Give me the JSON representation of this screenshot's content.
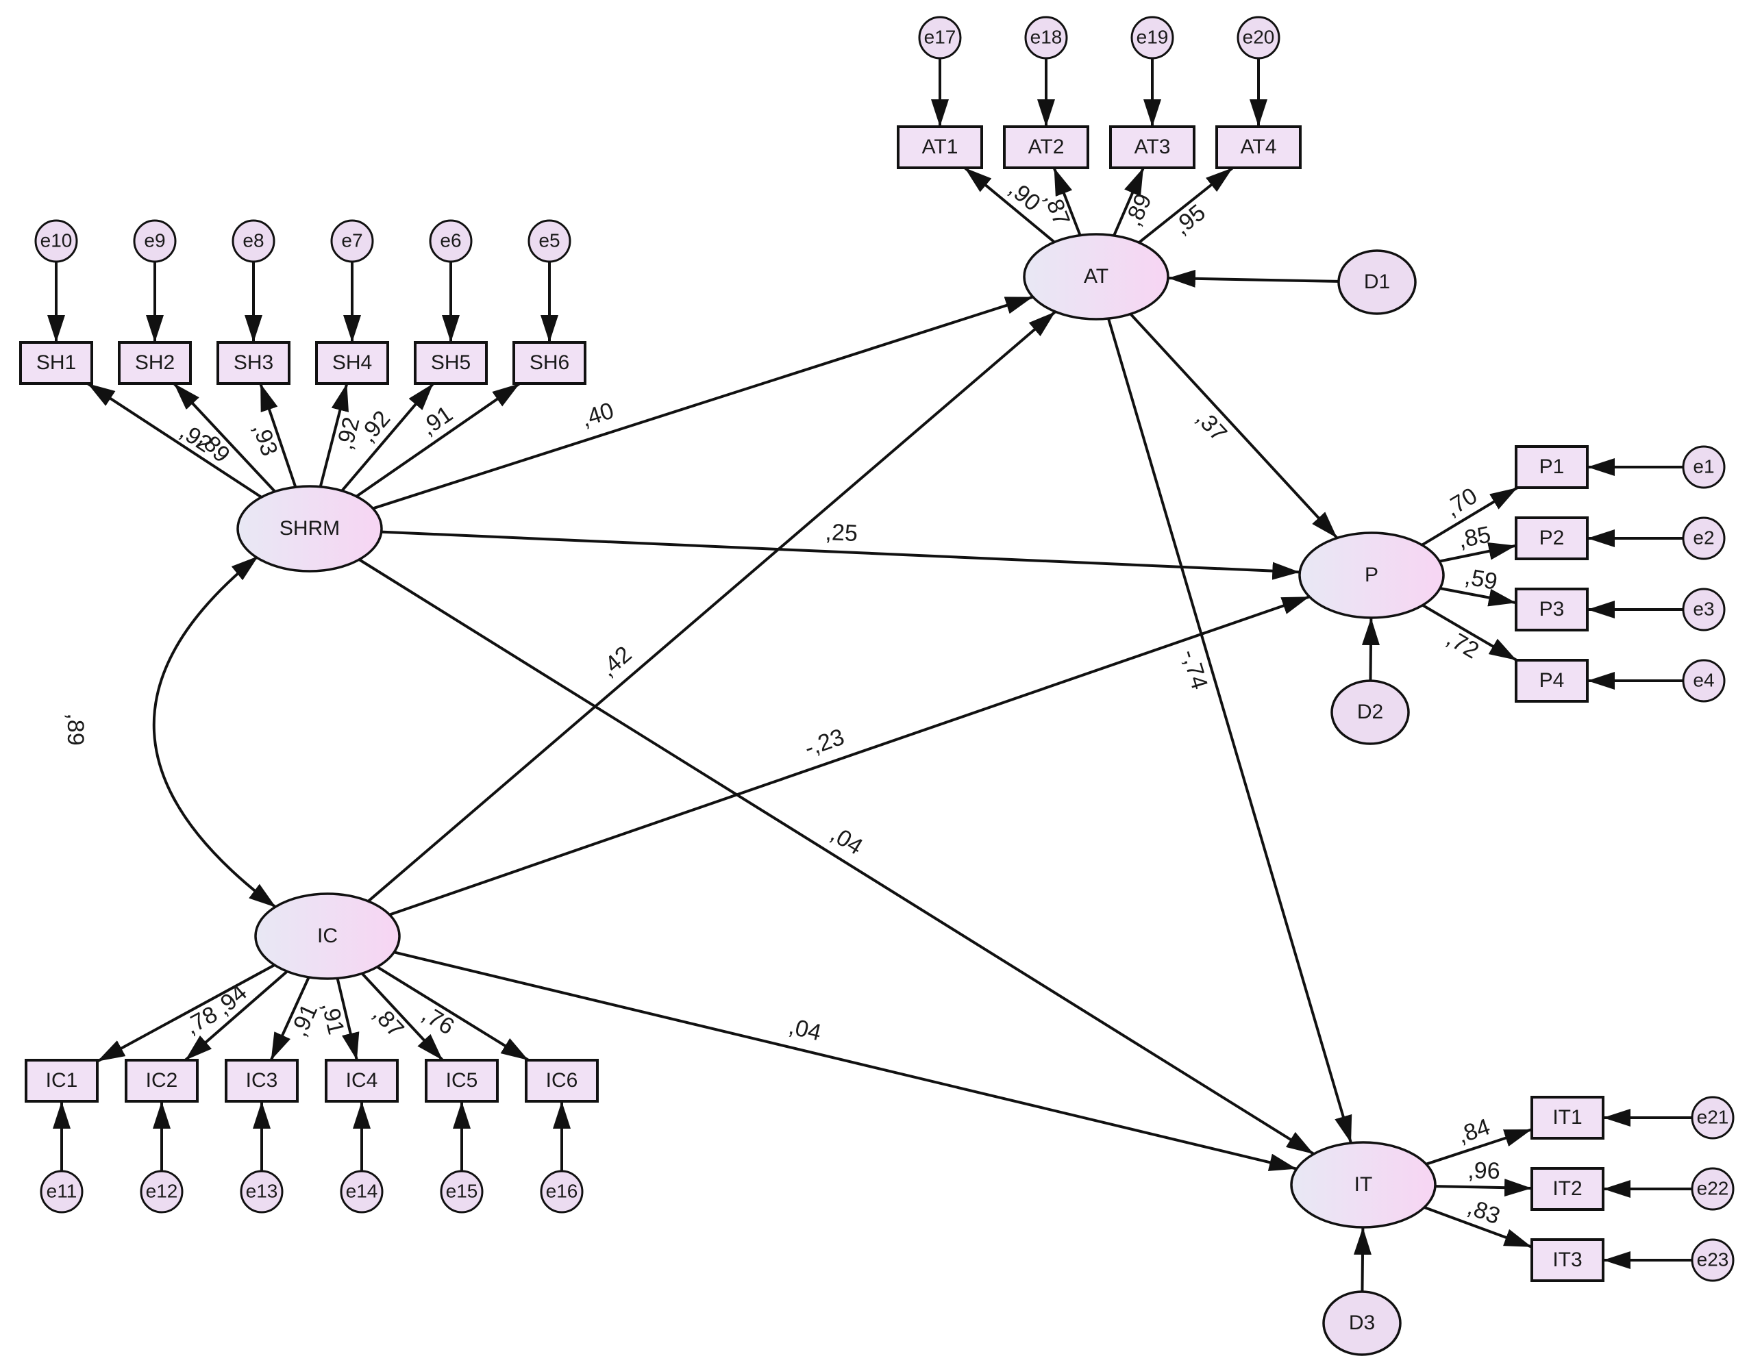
{
  "colors": {
    "background": "#ffffff",
    "stroke": "#111111",
    "node_fill_start": "#eae8f4",
    "node_fill_end": "#f6d6f3",
    "box_fill": "#f1e1f5",
    "error_fill": "#ecdcf1"
  },
  "diagram": {
    "latents": [
      {
        "id": "SHRM",
        "label": "SHRM"
      },
      {
        "id": "IC",
        "label": "IC"
      },
      {
        "id": "AT",
        "label": "AT"
      },
      {
        "id": "P",
        "label": "P"
      },
      {
        "id": "IT",
        "label": "IT"
      }
    ],
    "indicators": [
      {
        "id": "SH1",
        "label": "SH1"
      },
      {
        "id": "SH2",
        "label": "SH2"
      },
      {
        "id": "SH3",
        "label": "SH3"
      },
      {
        "id": "SH4",
        "label": "SH4"
      },
      {
        "id": "SH5",
        "label": "SH5"
      },
      {
        "id": "SH6",
        "label": "SH6"
      },
      {
        "id": "AT1",
        "label": "AT1"
      },
      {
        "id": "AT2",
        "label": "AT2"
      },
      {
        "id": "AT3",
        "label": "AT3"
      },
      {
        "id": "AT4",
        "label": "AT4"
      },
      {
        "id": "IC1",
        "label": "IC1"
      },
      {
        "id": "IC2",
        "label": "IC2"
      },
      {
        "id": "IC3",
        "label": "IC3"
      },
      {
        "id": "IC4",
        "label": "IC4"
      },
      {
        "id": "IC5",
        "label": "IC5"
      },
      {
        "id": "IC6",
        "label": "IC6"
      },
      {
        "id": "P1",
        "label": "P1"
      },
      {
        "id": "P2",
        "label": "P2"
      },
      {
        "id": "P3",
        "label": "P3"
      },
      {
        "id": "P4",
        "label": "P4"
      },
      {
        "id": "IT1",
        "label": "IT1"
      },
      {
        "id": "IT2",
        "label": "IT2"
      },
      {
        "id": "IT3",
        "label": "IT3"
      }
    ],
    "errors": [
      {
        "id": "e10",
        "label": "e10"
      },
      {
        "id": "e9",
        "label": "e9"
      },
      {
        "id": "e8",
        "label": "e8"
      },
      {
        "id": "e7",
        "label": "e7"
      },
      {
        "id": "e6",
        "label": "e6"
      },
      {
        "id": "e5",
        "label": "e5"
      },
      {
        "id": "e17",
        "label": "e17"
      },
      {
        "id": "e18",
        "label": "e18"
      },
      {
        "id": "e19",
        "label": "e19"
      },
      {
        "id": "e20",
        "label": "e20"
      },
      {
        "id": "e11",
        "label": "e11"
      },
      {
        "id": "e12",
        "label": "e12"
      },
      {
        "id": "e13",
        "label": "e13"
      },
      {
        "id": "e14",
        "label": "e14"
      },
      {
        "id": "e15",
        "label": "e15"
      },
      {
        "id": "e16",
        "label": "e16"
      },
      {
        "id": "e1",
        "label": "e1"
      },
      {
        "id": "e2",
        "label": "e2"
      },
      {
        "id": "e3",
        "label": "e3"
      },
      {
        "id": "e4",
        "label": "e4"
      },
      {
        "id": "e21",
        "label": "e21"
      },
      {
        "id": "e22",
        "label": "e22"
      },
      {
        "id": "e23",
        "label": "e23"
      },
      {
        "id": "D1",
        "label": "D1"
      },
      {
        "id": "D2",
        "label": "D2"
      },
      {
        "id": "D3",
        "label": "D3"
      }
    ],
    "loadings": [
      {
        "from": "SHRM",
        "to": "SH1",
        "value": ",92"
      },
      {
        "from": "SHRM",
        "to": "SH2",
        "value": ",89"
      },
      {
        "from": "SHRM",
        "to": "SH3",
        "value": ",93"
      },
      {
        "from": "SHRM",
        "to": "SH4",
        "value": ",92"
      },
      {
        "from": "SHRM",
        "to": "SH5",
        "value": ",92"
      },
      {
        "from": "SHRM",
        "to": "SH6",
        "value": ",91"
      },
      {
        "from": "AT",
        "to": "AT1",
        "value": ",90"
      },
      {
        "from": "AT",
        "to": "AT2",
        "value": ",87"
      },
      {
        "from": "AT",
        "to": "AT3",
        "value": ",89"
      },
      {
        "from": "AT",
        "to": "AT4",
        "value": ",95"
      },
      {
        "from": "IC",
        "to": "IC1",
        "value": ",78"
      },
      {
        "from": "IC",
        "to": "IC2",
        "value": ",94"
      },
      {
        "from": "IC",
        "to": "IC3",
        "value": ",91"
      },
      {
        "from": "IC",
        "to": "IC4",
        "value": ",91"
      },
      {
        "from": "IC",
        "to": "IC5",
        "value": ",87"
      },
      {
        "from": "IC",
        "to": "IC6",
        "value": ",76"
      },
      {
        "from": "P",
        "to": "P1",
        "value": ",70"
      },
      {
        "from": "P",
        "to": "P2",
        "value": ",85"
      },
      {
        "from": "P",
        "to": "P3",
        "value": ",59"
      },
      {
        "from": "P",
        "to": "P4",
        "value": ",72"
      },
      {
        "from": "IT",
        "to": "IT1",
        "value": ",84"
      },
      {
        "from": "IT",
        "to": "IT2",
        "value": ",96"
      },
      {
        "from": "IT",
        "to": "IT3",
        "value": ",83"
      }
    ],
    "paths": [
      {
        "from": "SHRM",
        "to": "AT",
        "value": ",40"
      },
      {
        "from": "SHRM",
        "to": "P",
        "value": ",25"
      },
      {
        "from": "SHRM",
        "to": "IT",
        "value": ",04"
      },
      {
        "from": "IC",
        "to": "AT",
        "value": ",42"
      },
      {
        "from": "IC",
        "to": "P",
        "value": "-,23"
      },
      {
        "from": "IC",
        "to": "IT",
        "value": ",04"
      },
      {
        "from": "AT",
        "to": "P",
        "value": ",37"
      },
      {
        "from": "AT",
        "to": "IT",
        "value": "-,74"
      }
    ],
    "correlations": [
      {
        "from": "SHRM",
        "to": "IC",
        "value": ",89"
      }
    ]
  }
}
